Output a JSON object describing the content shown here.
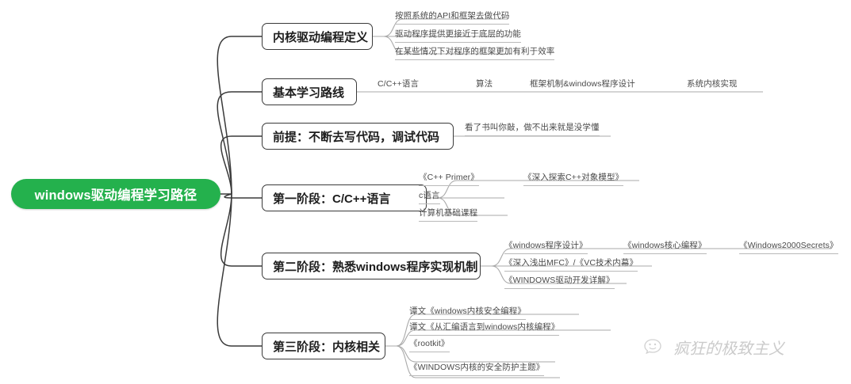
{
  "mindmap": {
    "root": {
      "label": "windows驱动编程学习路径",
      "color": "#24b14d"
    },
    "branches": [
      {
        "label": "内核驱动编程定义",
        "children": [
          "按照系统的API和框架去做代码",
          "驱动程序提供更接近于底层的功能",
          "在某些情况下对程序的框架更加有利于效率"
        ]
      },
      {
        "label": "基本学习路线",
        "children": [
          "C/C++语言",
          "算法",
          "框架机制&windows程序设计",
          "系统内核实现"
        ]
      },
      {
        "label": "前提：不断去写代码，调试代码",
        "children": [
          "看了书叫你敲，做不出来就是没学懂"
        ]
      },
      {
        "label": "第一阶段：C/C++语言",
        "children": [
          "《C++ Primer》",
          "《深入探索C++对象模型》",
          "c语言",
          "计算机基础课程"
        ]
      },
      {
        "label": "第二阶段：熟悉windows程序实现机制",
        "children": [
          "《windows程序设计》",
          "《windows核心编程》",
          "《Windows2000Secrets》",
          "《深入浅出MFC》/《VC技术内幕》",
          "《WINDOWS驱动开发详解》"
        ]
      },
      {
        "label": "第三阶段：内核相关",
        "children": [
          "谭文《windows内核安全编程》",
          "谭文《从汇编语言到windows内核编程》",
          "《rootkit》",
          "《WINDOWS内核的安全防护主题》"
        ]
      }
    ]
  },
  "watermark": {
    "text": "疯狂的极致主义",
    "icon": "wechat-face-icon"
  }
}
